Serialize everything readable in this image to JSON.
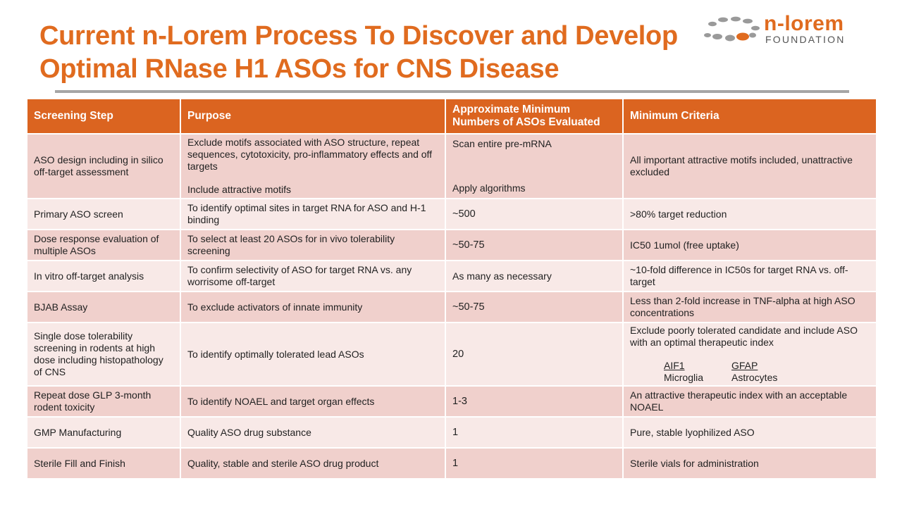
{
  "title": {
    "line1": "Current n-Lorem Process To Discover and Develop",
    "line2": "Optimal RNase H1 ASOs for CNS Disease"
  },
  "logo": {
    "name": "n-lorem",
    "subtitle": "FOUNDATION",
    "icon": "ring-dots-logo-icon",
    "colors": {
      "orange": "#E06B1F",
      "grey": "#9A9A9A"
    }
  },
  "colors": {
    "title": "#E06B1F",
    "header_bg": "#DB6420",
    "row_even": "#F0D0CC",
    "row_odd": "#F8E9E7",
    "rule": "#A6A6A6"
  },
  "table": {
    "headers": [
      "Screening Step",
      "Purpose",
      "Approximate Minimum Numbers of ASOs Evaluated",
      "Minimum Criteria"
    ],
    "rows": [
      {
        "step": "ASO design including in silico off-target assessment",
        "purpose": "Exclude motifs associated with ASO structure, repeat sequences, cytotoxicity, pro-inflammatory effects and off targets",
        "purpose_extra": "Include attractive motifs",
        "count": "Scan entire pre-mRNA",
        "count_extra": "Apply algorithms",
        "criteria": "All important attractive motifs included, unattractive excluded"
      },
      {
        "step": "Primary ASO screen",
        "purpose": "To identify optimal sites in target RNA for ASO and H-1 binding",
        "count": "~500",
        "criteria": ">80% target reduction"
      },
      {
        "step": "Dose response evaluation of multiple ASOs",
        "purpose": "To select at least 20 ASOs for in vivo tolerability screening",
        "count": "~50-75",
        "criteria": "IC50 1umol (free uptake)"
      },
      {
        "step": "In vitro off-target analysis",
        "purpose": "To confirm  selectivity of ASO for target RNA vs. any worrisome off-target",
        "count": "As many as necessary",
        "criteria": "~10-fold difference in IC50s for target RNA vs. off-target"
      },
      {
        "step": "BJAB Assay",
        "purpose": "To exclude activators of innate immunity",
        "count": "~50-75",
        "criteria": "Less than 2-fold increase in TNF-alpha at high ASO concentrations"
      },
      {
        "step": "Single dose tolerability screening in rodents at high dose including histopathology of CNS",
        "purpose": "To identify optimally tolerated lead ASOs",
        "count": "20",
        "criteria": "Exclude poorly tolerated candidate and include ASO with an optimal therapeutic index",
        "markers": [
          {
            "name": "AIF1",
            "cell": "Microglia"
          },
          {
            "name": "GFAP",
            "cell": "Astrocytes"
          }
        ]
      },
      {
        "step": "Repeat dose GLP 3-month rodent toxicity",
        "purpose": "To identify NOAEL and target organ effects",
        "count": "1-3",
        "criteria": "An attractive therapeutic index with an acceptable NOAEL"
      },
      {
        "step": "GMP Manufacturing",
        "purpose": "Quality ASO drug substance",
        "count": "1",
        "criteria": "Pure, stable lyophilized ASO"
      },
      {
        "step": "Sterile Fill and Finish",
        "purpose": "Quality, stable and sterile ASO drug product",
        "count": "1",
        "criteria": "Sterile vials for administration"
      }
    ]
  }
}
